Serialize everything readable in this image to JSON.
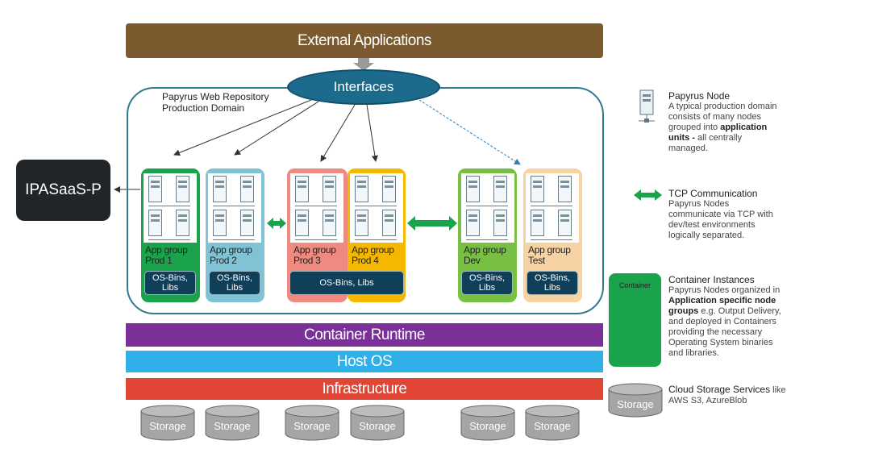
{
  "layers": {
    "external": "External Applications",
    "interfaces": "Interfaces",
    "runtime": "Container Runtime",
    "hostos": "Host OS",
    "infra": "Infrastructure"
  },
  "domain_label_line1": "Papyrus Web Repository",
  "domain_label_line2": "Production Domain",
  "saas": "IPASaaS-P",
  "groups": [
    {
      "line1": "App group",
      "line2": "Prod 1",
      "libs1": "OS-Bins,",
      "libs2": "Libs"
    },
    {
      "line1": "App group",
      "line2": "Prod 2",
      "libs1": "OS-Bins,",
      "libs2": "Libs"
    },
    {
      "line1": "App group",
      "line2": "Prod 3"
    },
    {
      "line1": "App group",
      "line2": "Prod 4"
    },
    {
      "line1": "App group",
      "line2": "Dev",
      "libs1": "OS-Bins,",
      "libs2": "Libs"
    },
    {
      "line1": "App group",
      "line2": "Test",
      "libs1": "OS-Bins,",
      "libs2": "Libs"
    }
  ],
  "shared_libs": "OS-Bins, Libs",
  "storage_label": "Storage",
  "legend": {
    "node_title": "Papyrus Node",
    "node_text1": "A typical production domain",
    "node_text2": "consists of many nodes",
    "node_text3a": "grouped into ",
    "node_text3b": "application",
    "node_text4a": "units -",
    "node_text4b": " all centrally",
    "node_text5": "managed.",
    "tcp_title": "TCP Communication",
    "tcp_text1": "Papyrus Nodes",
    "tcp_text2": "communicate via TCP with",
    "tcp_text3": "dev/test environments",
    "tcp_text4": "logically separated.",
    "container_box": "Container",
    "container_title": "Container Instances",
    "container_text1": "Papyrus Nodes organized in",
    "container_text2": "Application specific node",
    "container_text3a": "groups",
    "container_text3b": " e.g. Output Delivery,",
    "container_text4": "and deployed in Containers",
    "container_text5": "providing the necessary",
    "container_text6": "Operating System binaries",
    "container_text7": "and libraries.",
    "storage_title": "Cloud Storage Services",
    "storage_title_suffix": " like",
    "storage_text": "AWS S3, AzureBlob"
  },
  "colors": {
    "external": "#7a5a2e",
    "runtime": "#7b2f99",
    "hostos": "#2fb0e9",
    "infra": "#e04535",
    "prod1": "#1aa34a",
    "prod2": "#7fc3d4",
    "prod3": "#ee8a7f",
    "prod4": "#f5b800",
    "dev": "#78c043",
    "test": "#f7d3a3",
    "container": "#1aa34a",
    "tcp_arrow": "#1aa34a"
  }
}
